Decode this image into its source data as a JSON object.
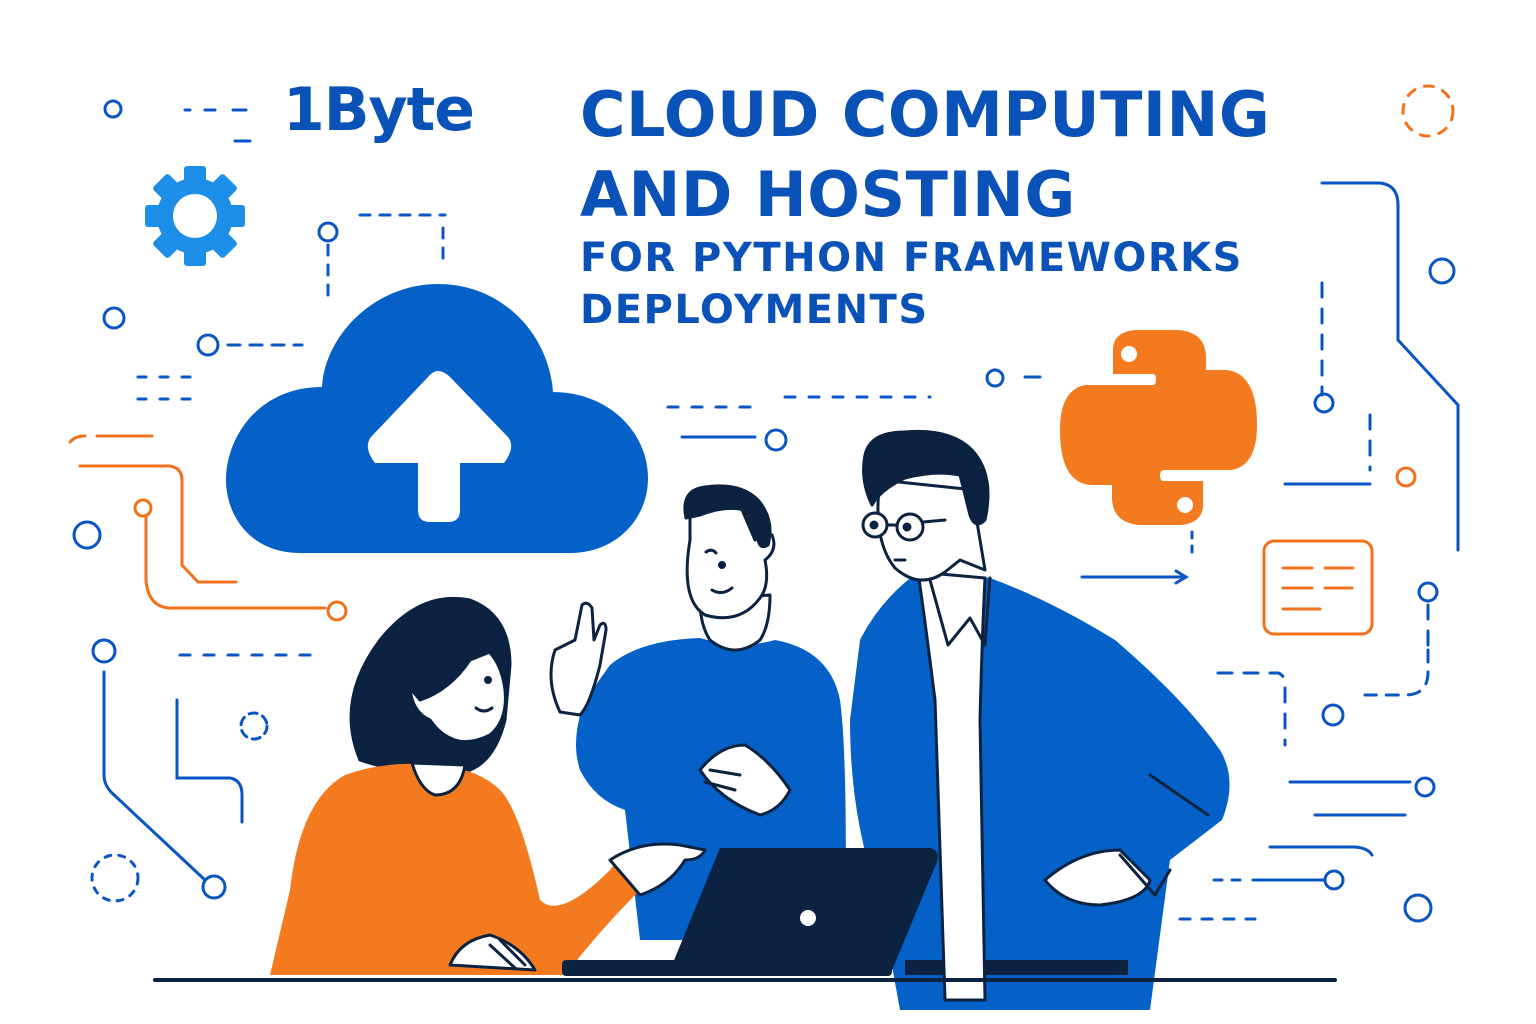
{
  "brand": {
    "logo_text": "1Byte"
  },
  "headline": {
    "line1": "CLOUD COMPUTING",
    "line2": "AND HOSTING",
    "line3": "FOR PYTHON FRAMEWORKS",
    "line4": "DEPLOYMENTS"
  },
  "illustration": {
    "icons": [
      "gear-icon",
      "cloud-upload-icon",
      "python-logo-icon",
      "document-card-icon",
      "laptop-icon"
    ],
    "people": [
      "woman-orange-sweater",
      "man-blue-sweater-pointing",
      "man-glasses-blue-blazer"
    ]
  },
  "colors": {
    "primary_blue": "#0a52b8",
    "cloud_blue": "#0561c8",
    "gear_blue": "#1e8fe8",
    "accent_orange": "#f47a1f",
    "ink_navy": "#0b2240",
    "background": "#ffffff"
  }
}
